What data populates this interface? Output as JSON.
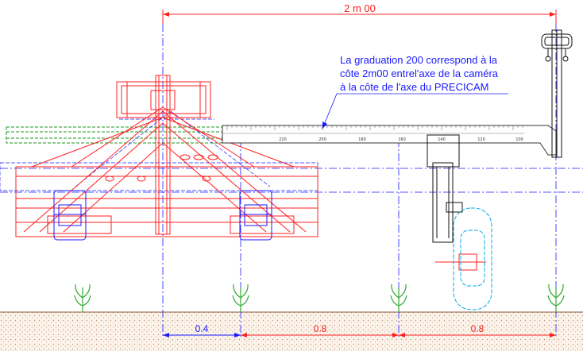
{
  "dimensions": {
    "top_span": "2  m 00",
    "bottom_spans": [
      "0.4",
      "0.8",
      "0.8"
    ]
  },
  "note": {
    "lines": [
      "La graduation 200 correspond à la",
      "côte 2m00 entrel'axe de la caméra",
      "à la côte de l'axe du PRECICAM"
    ]
  },
  "scale_bar": {
    "labels": [
      "220",
      "200",
      "180",
      "160",
      "140",
      "120",
      "100"
    ]
  },
  "colors": {
    "frame": "#ff2020",
    "guide": "#1a1aff",
    "green": "#1a9a1a",
    "camera": "#111111",
    "wheel": "#00aaee",
    "plant": "#33aa33",
    "soil": "#b08060"
  },
  "icons": [
    "camera-icon",
    "plant-icon",
    "wheel-icon"
  ]
}
